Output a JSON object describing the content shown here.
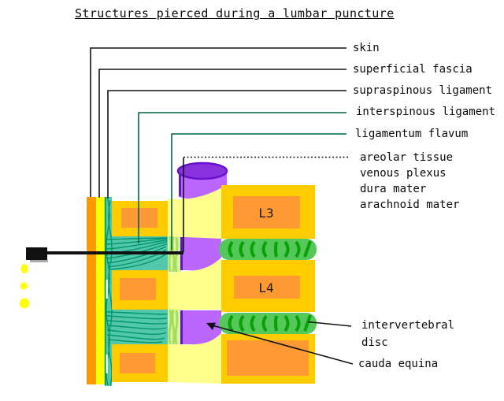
{
  "title": "Structures pierced during a lumbar puncture",
  "labels": {
    "skin": "skin",
    "superficial_fascia": "superficial fascia",
    "supraspinous_ligament": "supraspinous ligament",
    "interspinous_ligament": "interspinous ligament",
    "ligamentum_flavum": "ligamentum flavum",
    "deep_layers": [
      "areolar tissue",
      "venous plexus",
      "dura mater",
      "arachnoid mater"
    ],
    "intervertebral_disc": [
      "intervertebral",
      "disc"
    ],
    "cauda_equina": "cauda equina"
  },
  "vertebrae": {
    "upper": "L3",
    "lower": "L4"
  },
  "colors": {
    "skin_strip": "#FF9900",
    "fascia_strip": "#FFFF00",
    "teal_ligament": "#53C7AB",
    "fiber_line": "#00956B",
    "bone": "#FFCC00",
    "bone_inner": "#FF9933",
    "lamina": "#FFFF8C",
    "flavum": "#D6F79F",
    "flavum_stripe": "#A6DC5C",
    "dura_light": "#BB66FF",
    "dura_dark": "#8833DD",
    "dura_border": "#6611CC",
    "disc_green": "#55C85A",
    "disc_mark": "#0AA00A",
    "needle_black": "#111111",
    "needle_shadow": "#AAAAAA",
    "csf_drop": "#FFFF00",
    "leader_black": "#101510",
    "leader_green": "#006644",
    "text_black": "#1A1A1A"
  }
}
